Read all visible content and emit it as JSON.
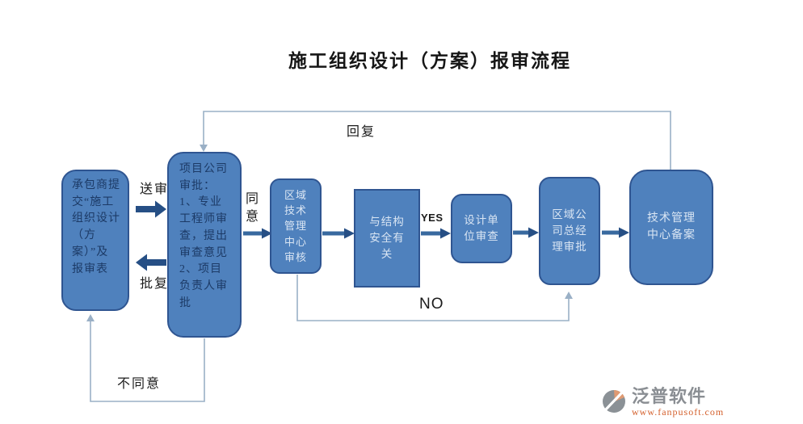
{
  "title": "施工组织设计（方案）报审流程",
  "flow": {
    "boxes": [
      {
        "id": "contractor-submit",
        "label": "承包商提交“施工组织设计（方案）”及报审表"
      },
      {
        "id": "project-company-approval",
        "label": "项目公司审批：\n1、专业工程师审查，提出审查意见\n2、项目负责人审批"
      },
      {
        "id": "regional-tech-center-review",
        "label": "区域技术管理中心审核"
      },
      {
        "id": "structural-safety-check",
        "label": "与结构安全有关"
      },
      {
        "id": "design-unit-review",
        "label": "设计单位审查"
      },
      {
        "id": "regional-gm-approval",
        "label": "区域公司总经理审批"
      },
      {
        "id": "tech-center-filing",
        "label": "技术管理中心备案"
      }
    ],
    "labels": {
      "send_review": "送审",
      "approval_reply": "批复",
      "agree": "同意",
      "yes": "YES",
      "no": "NO",
      "reply": "回复",
      "disagree": "不同意"
    }
  },
  "watermark": {
    "brand": "泛普软件",
    "url": "www.fanpusoft.com"
  },
  "colors": {
    "box_fill": "#4f81bd",
    "box_border": "#2f5591",
    "box_text_dark": "#1c3a66",
    "box_text_light": "#d9e5f3",
    "thick_arrow": "#38699f",
    "arrow_head": "#264f85",
    "thin_line": "#9ab0c6",
    "logo_gray": "#8a8e93",
    "logo_orange": "#d4602c"
  }
}
